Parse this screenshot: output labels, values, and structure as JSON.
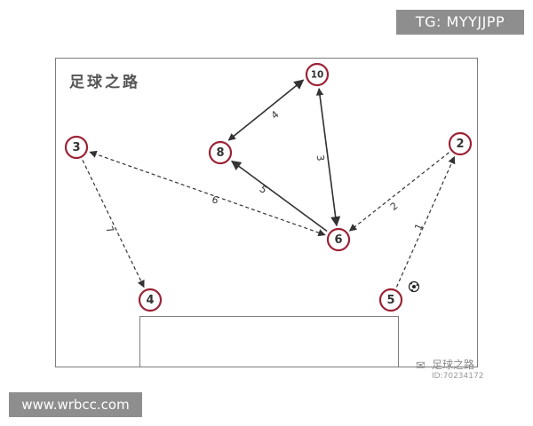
{
  "overlay": {
    "tg_label": "TG: MYYJJPP",
    "url_label": "www.wrbcc.com"
  },
  "diagram": {
    "brand_title": "足球之路",
    "watermark": {
      "name": "足球之路",
      "id": "ID:70234172"
    },
    "players": [
      {
        "id": "p10",
        "label": "10"
      },
      {
        "id": "p8",
        "label": "8"
      },
      {
        "id": "p3",
        "label": "3"
      },
      {
        "id": "p2",
        "label": "2"
      },
      {
        "id": "p6",
        "label": "6"
      },
      {
        "id": "p4",
        "label": "4"
      },
      {
        "id": "p5",
        "label": "5"
      }
    ],
    "moves": [
      {
        "step": "1",
        "from": "p5",
        "to": "p2",
        "style": "dashed"
      },
      {
        "step": "2",
        "from": "p2",
        "to": "p6",
        "style": "dashed"
      },
      {
        "step": "3",
        "from": "p10",
        "to": "p6",
        "style": "solid"
      },
      {
        "step": "4",
        "from": "p8",
        "to": "p10",
        "style": "solid"
      },
      {
        "step": "4",
        "from": "p10",
        "to": "p8",
        "style": "dashed"
      },
      {
        "step": "5",
        "from": "p6",
        "to": "p8",
        "style": "solid"
      },
      {
        "step": "6",
        "from": "p6",
        "to": "p3",
        "style": "dashed"
      },
      {
        "step": "6",
        "from": "p3",
        "to": "p6",
        "style": "dashed"
      },
      {
        "step": "7",
        "from": "p3",
        "to": "p4",
        "style": "dashed"
      },
      {
        "step": "",
        "from": "p6",
        "to": "p10",
        "style": "dashed"
      }
    ],
    "colors": {
      "player_ring": "#9b2335",
      "player_text": "#333333",
      "arrow": "#333333",
      "pitch_line": "#7d7d7d"
    }
  }
}
